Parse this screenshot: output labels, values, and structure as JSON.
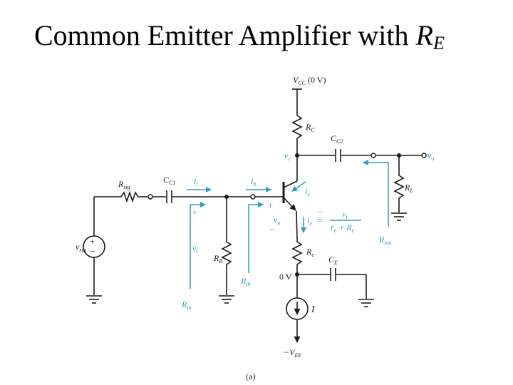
{
  "title": {
    "text": "Common Emitter Amplifier with ",
    "var": "R",
    "sub": "E"
  },
  "labels": {
    "vcc": "V",
    "vcc_sub": "CC",
    "vcc_val": " (0 V)",
    "rc": "R",
    "rc_sub": "C",
    "cc2": "C",
    "cc2_sub": "C2",
    "vc": "v",
    "vc_sub": "c",
    "vo": "v",
    "vo_sub": "o",
    "rl": "R",
    "rl_sub": "L",
    "rsig": "R",
    "rsig_sub": "sig",
    "cc1": "C",
    "cc1_sub": "C1",
    "ii": "i",
    "ii_sub": "i",
    "ib": "i",
    "ib_sub": "b",
    "ic": "i",
    "ic_sub": "c",
    "plus1": "+",
    "plus2": "+",
    "minus2": "−",
    "vpi": "v",
    "vpi_sub": "π",
    "ie": "i",
    "ie_sub": "e",
    "eq": "=",
    "frac_num": "v",
    "frac_num_sub": "i",
    "frac_den": "r",
    "frac_den_sub": "e",
    "frac_den2": " + R",
    "frac_den2_sub": "e",
    "minus_sign": "−",
    "rout": "R",
    "rout_sub": "out",
    "vsig": "v",
    "vsig_sub": "sig",
    "vi": "v",
    "vi_sub": "i",
    "rb": "R",
    "rb_sub": "B",
    "re": "R",
    "re_sub": "e",
    "ce": "C",
    "ce_sub": "E",
    "zero_v": "0 V",
    "rib": "R",
    "rib_sub": "ib",
    "rin": "R",
    "rin_sub": "in",
    "i": "I",
    "vee": "−V",
    "vee_sub": "EE",
    "caption": "(a)"
  }
}
